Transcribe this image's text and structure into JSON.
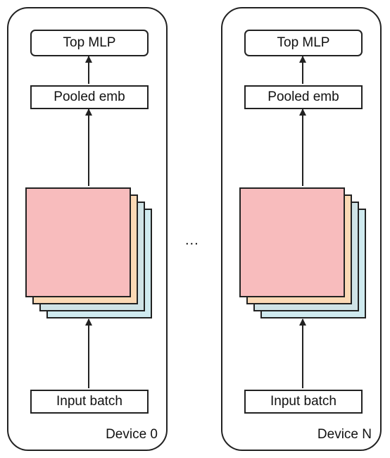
{
  "devices": [
    {
      "label": "Device 0",
      "top_label": "Top MLP",
      "pooled_label": "Pooled emb",
      "input_label": "Input batch"
    },
    {
      "label": "Device N",
      "top_label": "Top MLP",
      "pooled_label": "Pooled emb",
      "input_label": "Input batch"
    }
  ],
  "ellipsis": "...",
  "colors": {
    "sheet_front": "#f8bcbd",
    "sheet_2": "#fbd9b5",
    "sheet_3": "#cfe3e6",
    "sheet_back": "#cfeaef"
  }
}
